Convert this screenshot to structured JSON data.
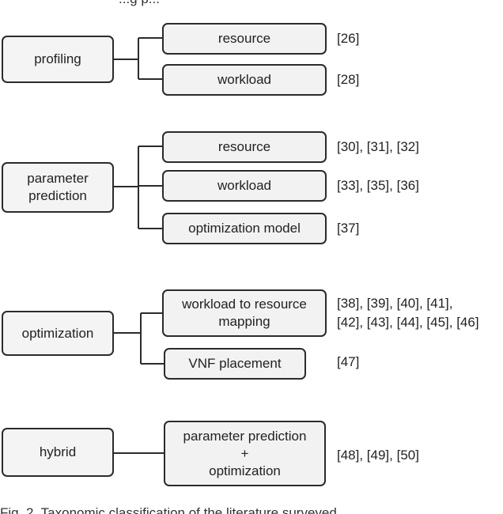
{
  "header_fragment": "...g p...",
  "caption_fragment": "Fig. 2. Taxonomic classification of the literature surveyed.",
  "groups": {
    "profiling": {
      "label": "profiling",
      "children": [
        {
          "label": "resource",
          "refs": "[26]"
        },
        {
          "label": "workload",
          "refs": "[28]"
        }
      ]
    },
    "parameter_prediction": {
      "label_lines": [
        "parameter",
        "prediction"
      ],
      "children": [
        {
          "label": "resource",
          "refs": "[30], [31], [32]"
        },
        {
          "label": "workload",
          "refs": "[33], [35], [36]"
        },
        {
          "label": "optimization model",
          "refs": "[37]"
        }
      ]
    },
    "optimization": {
      "label": "optimization",
      "children": [
        {
          "label_lines": [
            "workload to resource",
            "mapping"
          ],
          "refs_lines": [
            "[38], [39], [40], [41],",
            "[42], [43], [44], [45], [46]"
          ]
        },
        {
          "label": "VNF placement",
          "refs": "[47]"
        }
      ]
    },
    "hybrid": {
      "label": "hybrid",
      "children": [
        {
          "label_lines": [
            "parameter prediction",
            "+",
            "optimization"
          ],
          "refs": "[48], [49], [50]"
        }
      ]
    }
  },
  "colors": {
    "box_fill": "#f2f2f2",
    "stroke": "#2b2b2b",
    "text": "#222222"
  }
}
